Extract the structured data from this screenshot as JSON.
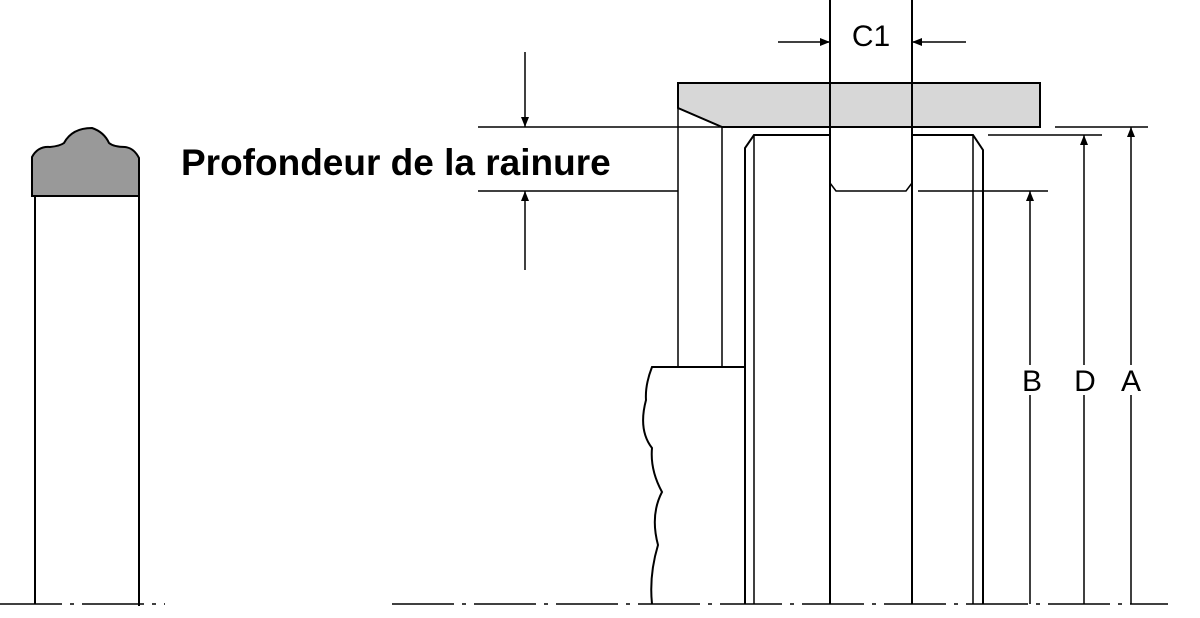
{
  "title": "Profondeur de la rainure",
  "labels": {
    "c1": "C1",
    "b": "B",
    "d": "D",
    "a": "A"
  },
  "colors": {
    "line": "#000000",
    "shading": "#d7d7d7",
    "profile_fill": "#999999",
    "background": "#ffffff"
  }
}
